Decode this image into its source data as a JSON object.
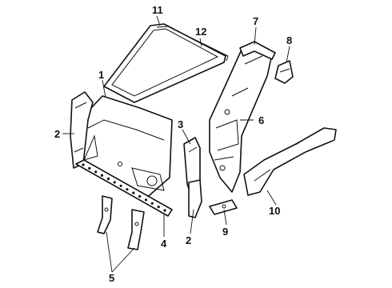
{
  "callouts": {
    "c1": "1",
    "c2a": "2",
    "c2b": "2",
    "c3": "3",
    "c4": "4",
    "c5": "5",
    "c6": "6",
    "c7": "7",
    "c8": "8",
    "c9": "9",
    "c10": "10",
    "c11": "11",
    "c12": "12"
  },
  "colors": {
    "line": "#111111",
    "background": "#ffffff"
  }
}
